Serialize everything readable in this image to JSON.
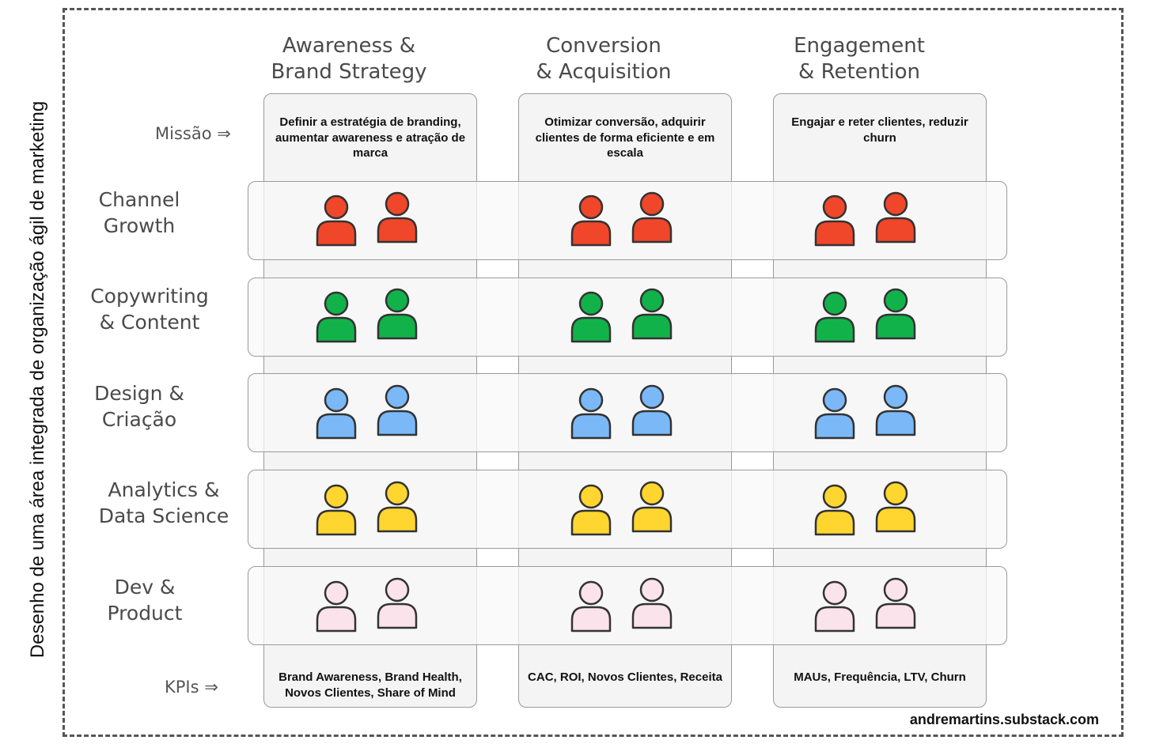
{
  "side_title": "Desenho de uma área integrada de organização ágil de marketing",
  "columns": [
    {
      "title_line1": "Awareness &",
      "title_line2": "Brand Strategy",
      "mission": "Definir a estratégia de branding, aumentar awareness e atração de marca",
      "kpis": "Brand Awareness, Brand Health, Novos Clientes, Share of Mind"
    },
    {
      "title_line1": "Conversion",
      "title_line2": "& Acquisition",
      "mission": "Otimizar conversão, adquirir clientes de forma eficiente e em escala",
      "kpis": "CAC, ROI, Novos Clientes, Receita"
    },
    {
      "title_line1": "Engagement",
      "title_line2": "& Retention",
      "mission": "Engajar e reter clientes, reduzir churn",
      "kpis": "MAUs, Frequência, LTV, Churn"
    }
  ],
  "mission_label": "Missão ⇒",
  "kpi_label": "KPIs ⇒",
  "rows": [
    {
      "line1": "Channel",
      "line2": "Growth",
      "color": "#F0472A"
    },
    {
      "line1": "Copywriting",
      "line2": "& Content",
      "color": "#12B24B"
    },
    {
      "line1": "Design &",
      "line2": "Criação",
      "color": "#7BB8F7"
    },
    {
      "line1": "Analytics &",
      "line2": "Data Science",
      "color": "#FFD630"
    },
    {
      "line1": "Dev &",
      "line2": "Product",
      "color": "#FBE3EC"
    }
  ],
  "person_icon": "person-icon",
  "footer": "andremartins.substack.com"
}
